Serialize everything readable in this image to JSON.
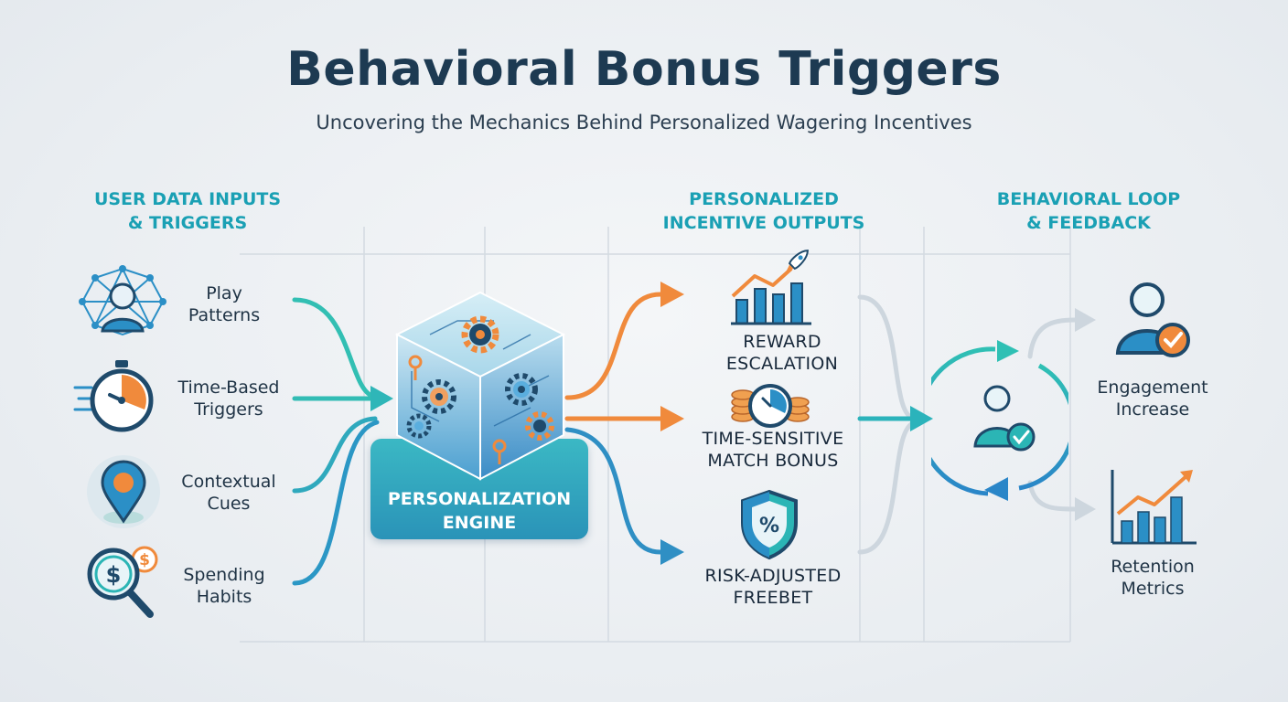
{
  "header": {
    "title": "Behavioral Bonus Triggers",
    "subtitle": "Uncovering the Mechanics Behind Personalized Wagering Incentives"
  },
  "columns": {
    "inputs_heading": "USER DATA INPUTS\n& TRIGGERS",
    "outputs_heading": "PERSONALIZED\nINCENTIVE OUTPUTS",
    "loop_heading": "BEHAVIORAL LOOP\n& FEEDBACK"
  },
  "inputs": [
    {
      "label": "Play\nPatterns",
      "icon": "user-network-icon"
    },
    {
      "label": "Time-Based\nTriggers",
      "icon": "stopwatch-icon"
    },
    {
      "label": "Contextual\nCues",
      "icon": "location-pin-icon"
    },
    {
      "label": "Spending\nHabits",
      "icon": "dollar-magnifier-icon"
    }
  ],
  "engine": {
    "label": "PERSONALIZATION\nENGINE",
    "icon": "gear-cube-icon"
  },
  "outputs": [
    {
      "label": "REWARD\nESCALATION",
      "icon": "rocket-bar-chart-icon"
    },
    {
      "label": "TIME-SENSITIVE\nMATCH BONUS",
      "icon": "clock-coins-icon"
    },
    {
      "label": "RISK-ADJUSTED\nFREEBET",
      "icon": "percent-shield-icon"
    }
  ],
  "loop": {
    "center_icon": "user-check-cycle-icon",
    "results": [
      {
        "label": "Engagement\nIncrease",
        "icon": "user-check-icon"
      },
      {
        "label": "Retention\nMetrics",
        "icon": "growth-chart-icon"
      }
    ]
  },
  "colors": {
    "title": "#1d3a52",
    "heading_teal": "#1aa0b4",
    "flow_teal": "#2bb5b5",
    "flow_blue": "#2f8fc4",
    "flow_orange": "#f08a3c",
    "flow_gray": "#c9d3dc"
  }
}
